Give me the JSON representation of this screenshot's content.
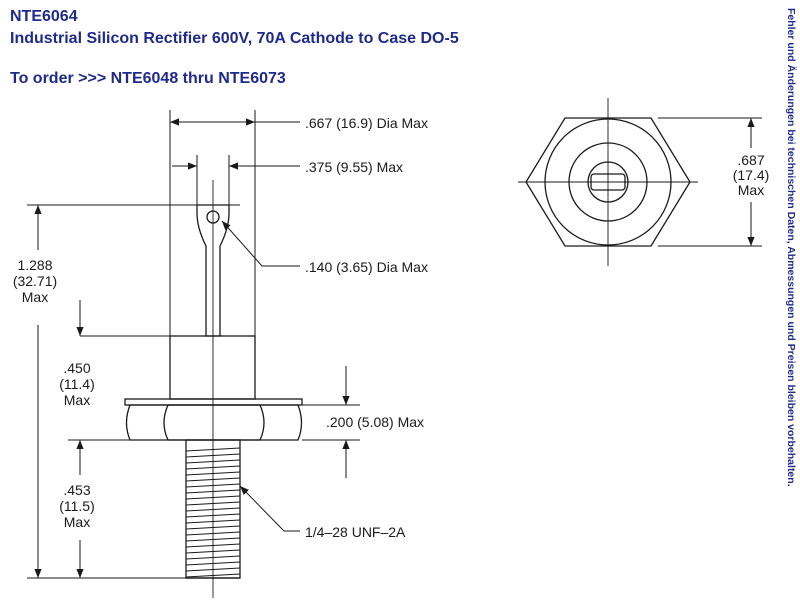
{
  "header": {
    "part_number": "NTE6064",
    "description": "Industrial Silicon Rectifier 600V, 70A Cathode to Case DO-5",
    "order_line": "To order >>> NTE6048 thru NTE6073"
  },
  "dimensions": {
    "overall_dia": ".667 (16.9) Dia Max",
    "terminal_width": ".375 (9.55) Max",
    "hole_dia": ".140 (3.65) Dia Max",
    "overall_length": {
      "line1": "1.288",
      "line2": "(32.71)",
      "line3": "Max"
    },
    "body_height": {
      "line1": ".450",
      "line2": "(11.4)",
      "line3": "Max"
    },
    "hex_height": ".200 (5.08) Max",
    "thread_length": {
      "line1": ".453",
      "line2": "(11.5)",
      "line3": "Max"
    },
    "thread_spec": "1/4–28 UNF–2A",
    "hex_across_flats": {
      "line1": ".687",
      "line2": "(17.4)",
      "line3": "Max"
    }
  },
  "side_note": "Fehler und Änderungen bei technischen Daten, Abmessungen und Preisen bleiben vorbehalten.",
  "colors": {
    "header_text": "#1f2a8c",
    "drawing_ink": "#1a1a1a"
  }
}
